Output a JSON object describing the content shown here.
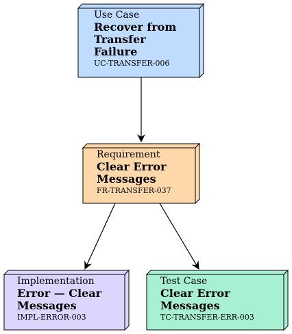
{
  "nodes": {
    "use_case": {
      "kind": "Use Case",
      "title": "Recover from\nTransfer\nFailure",
      "id": "UC-TRANSFER-006",
      "color": "#bfdcfe"
    },
    "requirement": {
      "kind": "Requirement",
      "title": "Clear Error\nMessages",
      "id": "FR-TRANSFER-037",
      "color": "#fed8aa"
    },
    "implementation": {
      "kind": "Implementation",
      "title": "Error — Clear\nMessages",
      "id": "IMPL-ERROR-003",
      "color": "#dcd6fe"
    },
    "test_case": {
      "kind": "Test Case",
      "title": "Clear Error\nMessages",
      "id": "TC-TRANSFER-ERR-003",
      "color": "#a8f0d2"
    }
  },
  "edges": [
    {
      "from": "use_case",
      "to": "requirement"
    },
    {
      "from": "requirement",
      "to": "implementation"
    },
    {
      "from": "requirement",
      "to": "test_case"
    }
  ]
}
